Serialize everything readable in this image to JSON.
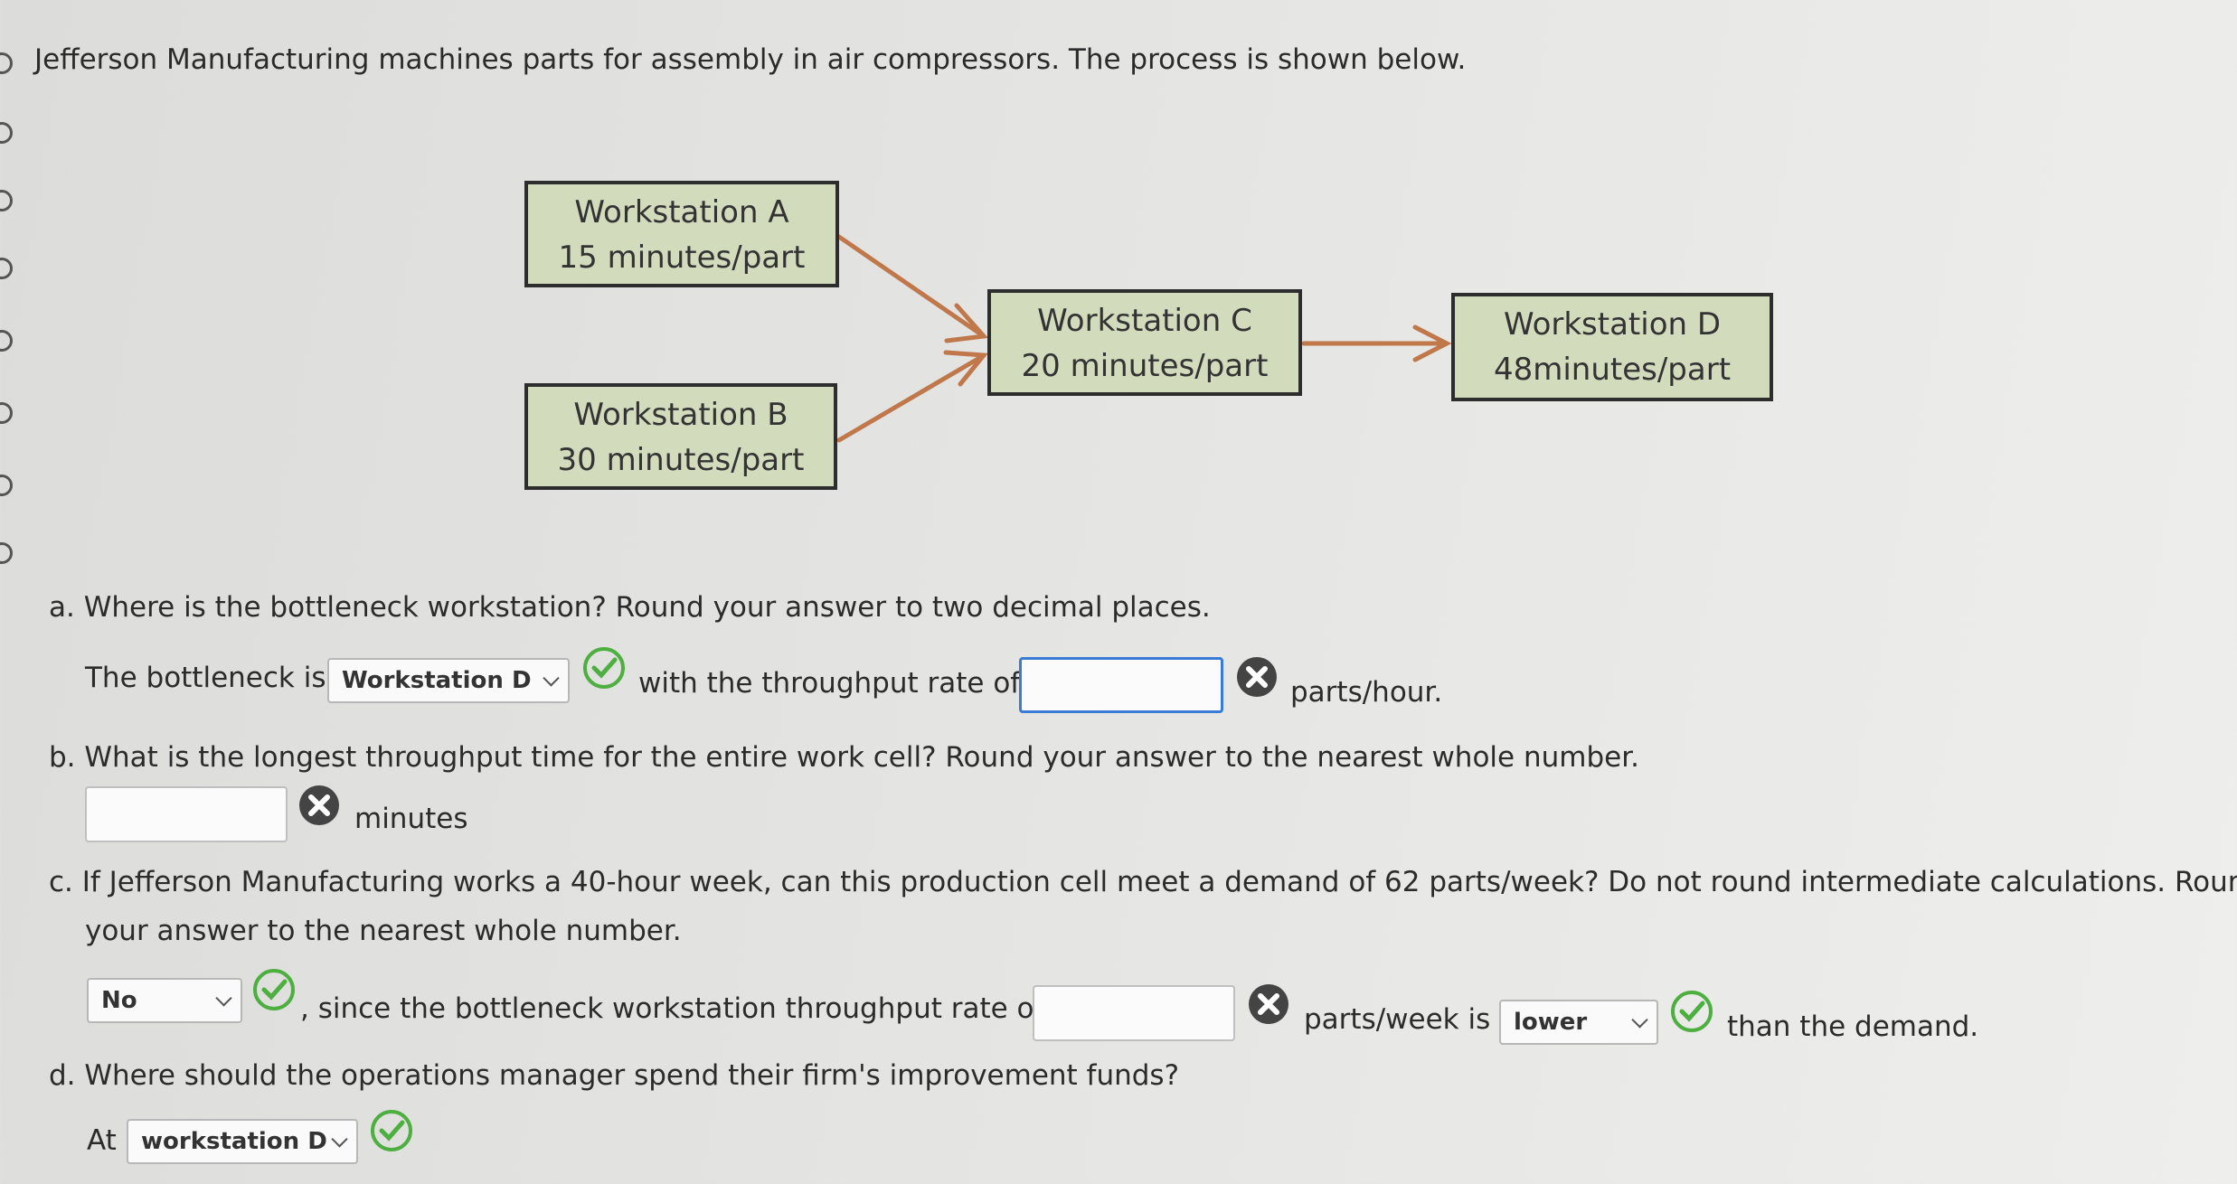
{
  "intro": "Jefferson Manufacturing machines parts for assembly in air compressors. The process is shown below.",
  "diagram": {
    "stations": [
      {
        "name": "Workstation A",
        "time": "15 minutes/part"
      },
      {
        "name": "Workstation B",
        "time": "30 minutes/part"
      },
      {
        "name": "Workstation C",
        "time": "20 minutes/part"
      },
      {
        "name": "Workstation D",
        "time": "48minutes/part"
      }
    ],
    "colors": {
      "box_fill": "#d3dbbd",
      "arrow": "#c0784a"
    }
  },
  "qa": {
    "question": "a. Where is the bottleneck workstation? Round your answer to two decimal places.",
    "prefix": "The bottleneck is",
    "dropdown_value": "Workstation D",
    "middle": "with the throughput rate of",
    "unit": "parts/hour."
  },
  "qb": {
    "question": "b. What is the longest throughput time for the entire work cell? Round your answer to the nearest whole number.",
    "unit": "minutes"
  },
  "qc": {
    "question_line1": "c. If Jefferson Manufacturing works a 40-hour week, can this production cell meet a demand of 62 parts/week? Do not round intermediate calculations. Round",
    "question_line2": "your answer to the nearest whole number.",
    "dropdown1_value": "No",
    "middle": ", since the bottleneck workstation throughput rate of",
    "unit": "parts/week is",
    "dropdown2_value": "lower",
    "suffix": "than the demand."
  },
  "qd": {
    "question": "d. Where should the operations manager spend their firm's improvement funds?",
    "prefix": "At",
    "dropdown_value": "workstation D"
  },
  "status_colors": {
    "correct": "#4caf3f",
    "incorrect": "#444444"
  }
}
